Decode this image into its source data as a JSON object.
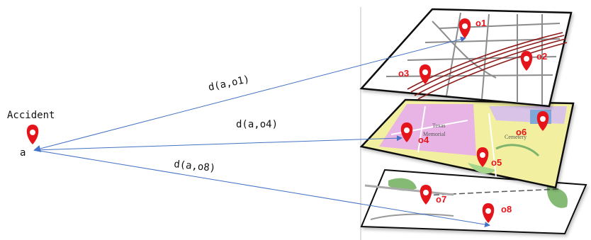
{
  "accident": {
    "title": "Accident",
    "point": "a"
  },
  "distances": {
    "d1": "d(a,o1)",
    "d4": "d(a,o4)",
    "d8": "d(a,o8)"
  },
  "pins": {
    "o1": "o1",
    "o2": "o2",
    "o3": "o3",
    "o4": "o4",
    "o5": "o5",
    "o6": "o6",
    "o7": "o7",
    "o8": "o8"
  },
  "colors": {
    "pin": "#e5141b",
    "arrow": "#4472c4",
    "divider": "#bfbfbf",
    "map_outline": "#111111",
    "map_fill": "#ffffff",
    "road_highlight": "#8b1a1a",
    "park_pink": "#e8b4e6",
    "park_yellow": "#f2f0a0",
    "park_green": "#6fae5a"
  }
}
